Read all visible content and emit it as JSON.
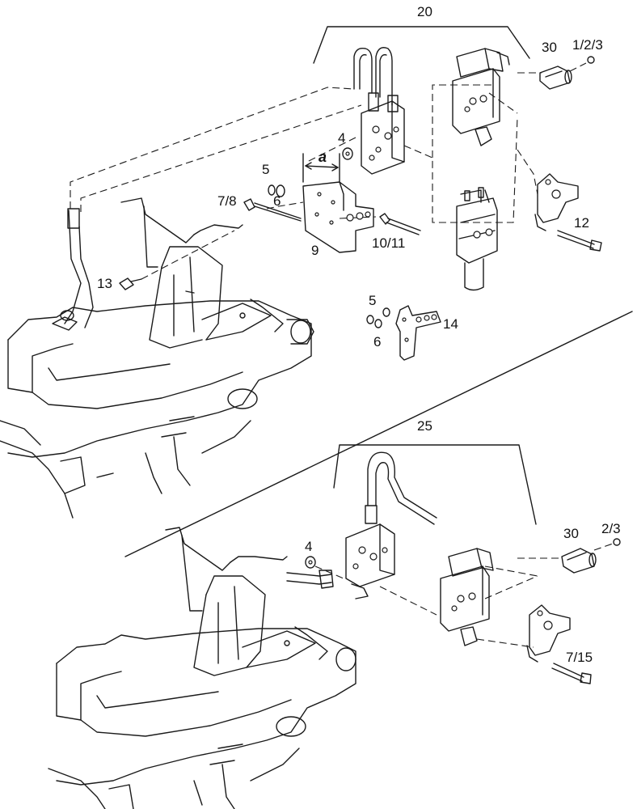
{
  "diagram": {
    "callouts": {
      "top": {
        "group_20": "20",
        "part_30": "30",
        "part_1_2_3": "1/2/3",
        "part_4": "4",
        "dim_a": "a",
        "part_5": "5",
        "part_6": "6",
        "part_7_8": "7/8",
        "part_9": "9",
        "part_10_11": "10/11",
        "part_12": "12",
        "part_13": "13",
        "part_5b": "5",
        "part_6b": "6",
        "part_14": "14"
      },
      "bottom": {
        "group_25": "25",
        "part_30": "30",
        "part_2_3": "2/3",
        "part_4": "4",
        "part_7_15": "7/15"
      }
    },
    "icons": [
      "hydraulic-valve-block-icon",
      "solenoid-valve-icon",
      "connector-icon",
      "bracket-icon",
      "bolt-icon",
      "washer-icon",
      "chassis-frame-icon",
      "pipe-icon"
    ]
  }
}
